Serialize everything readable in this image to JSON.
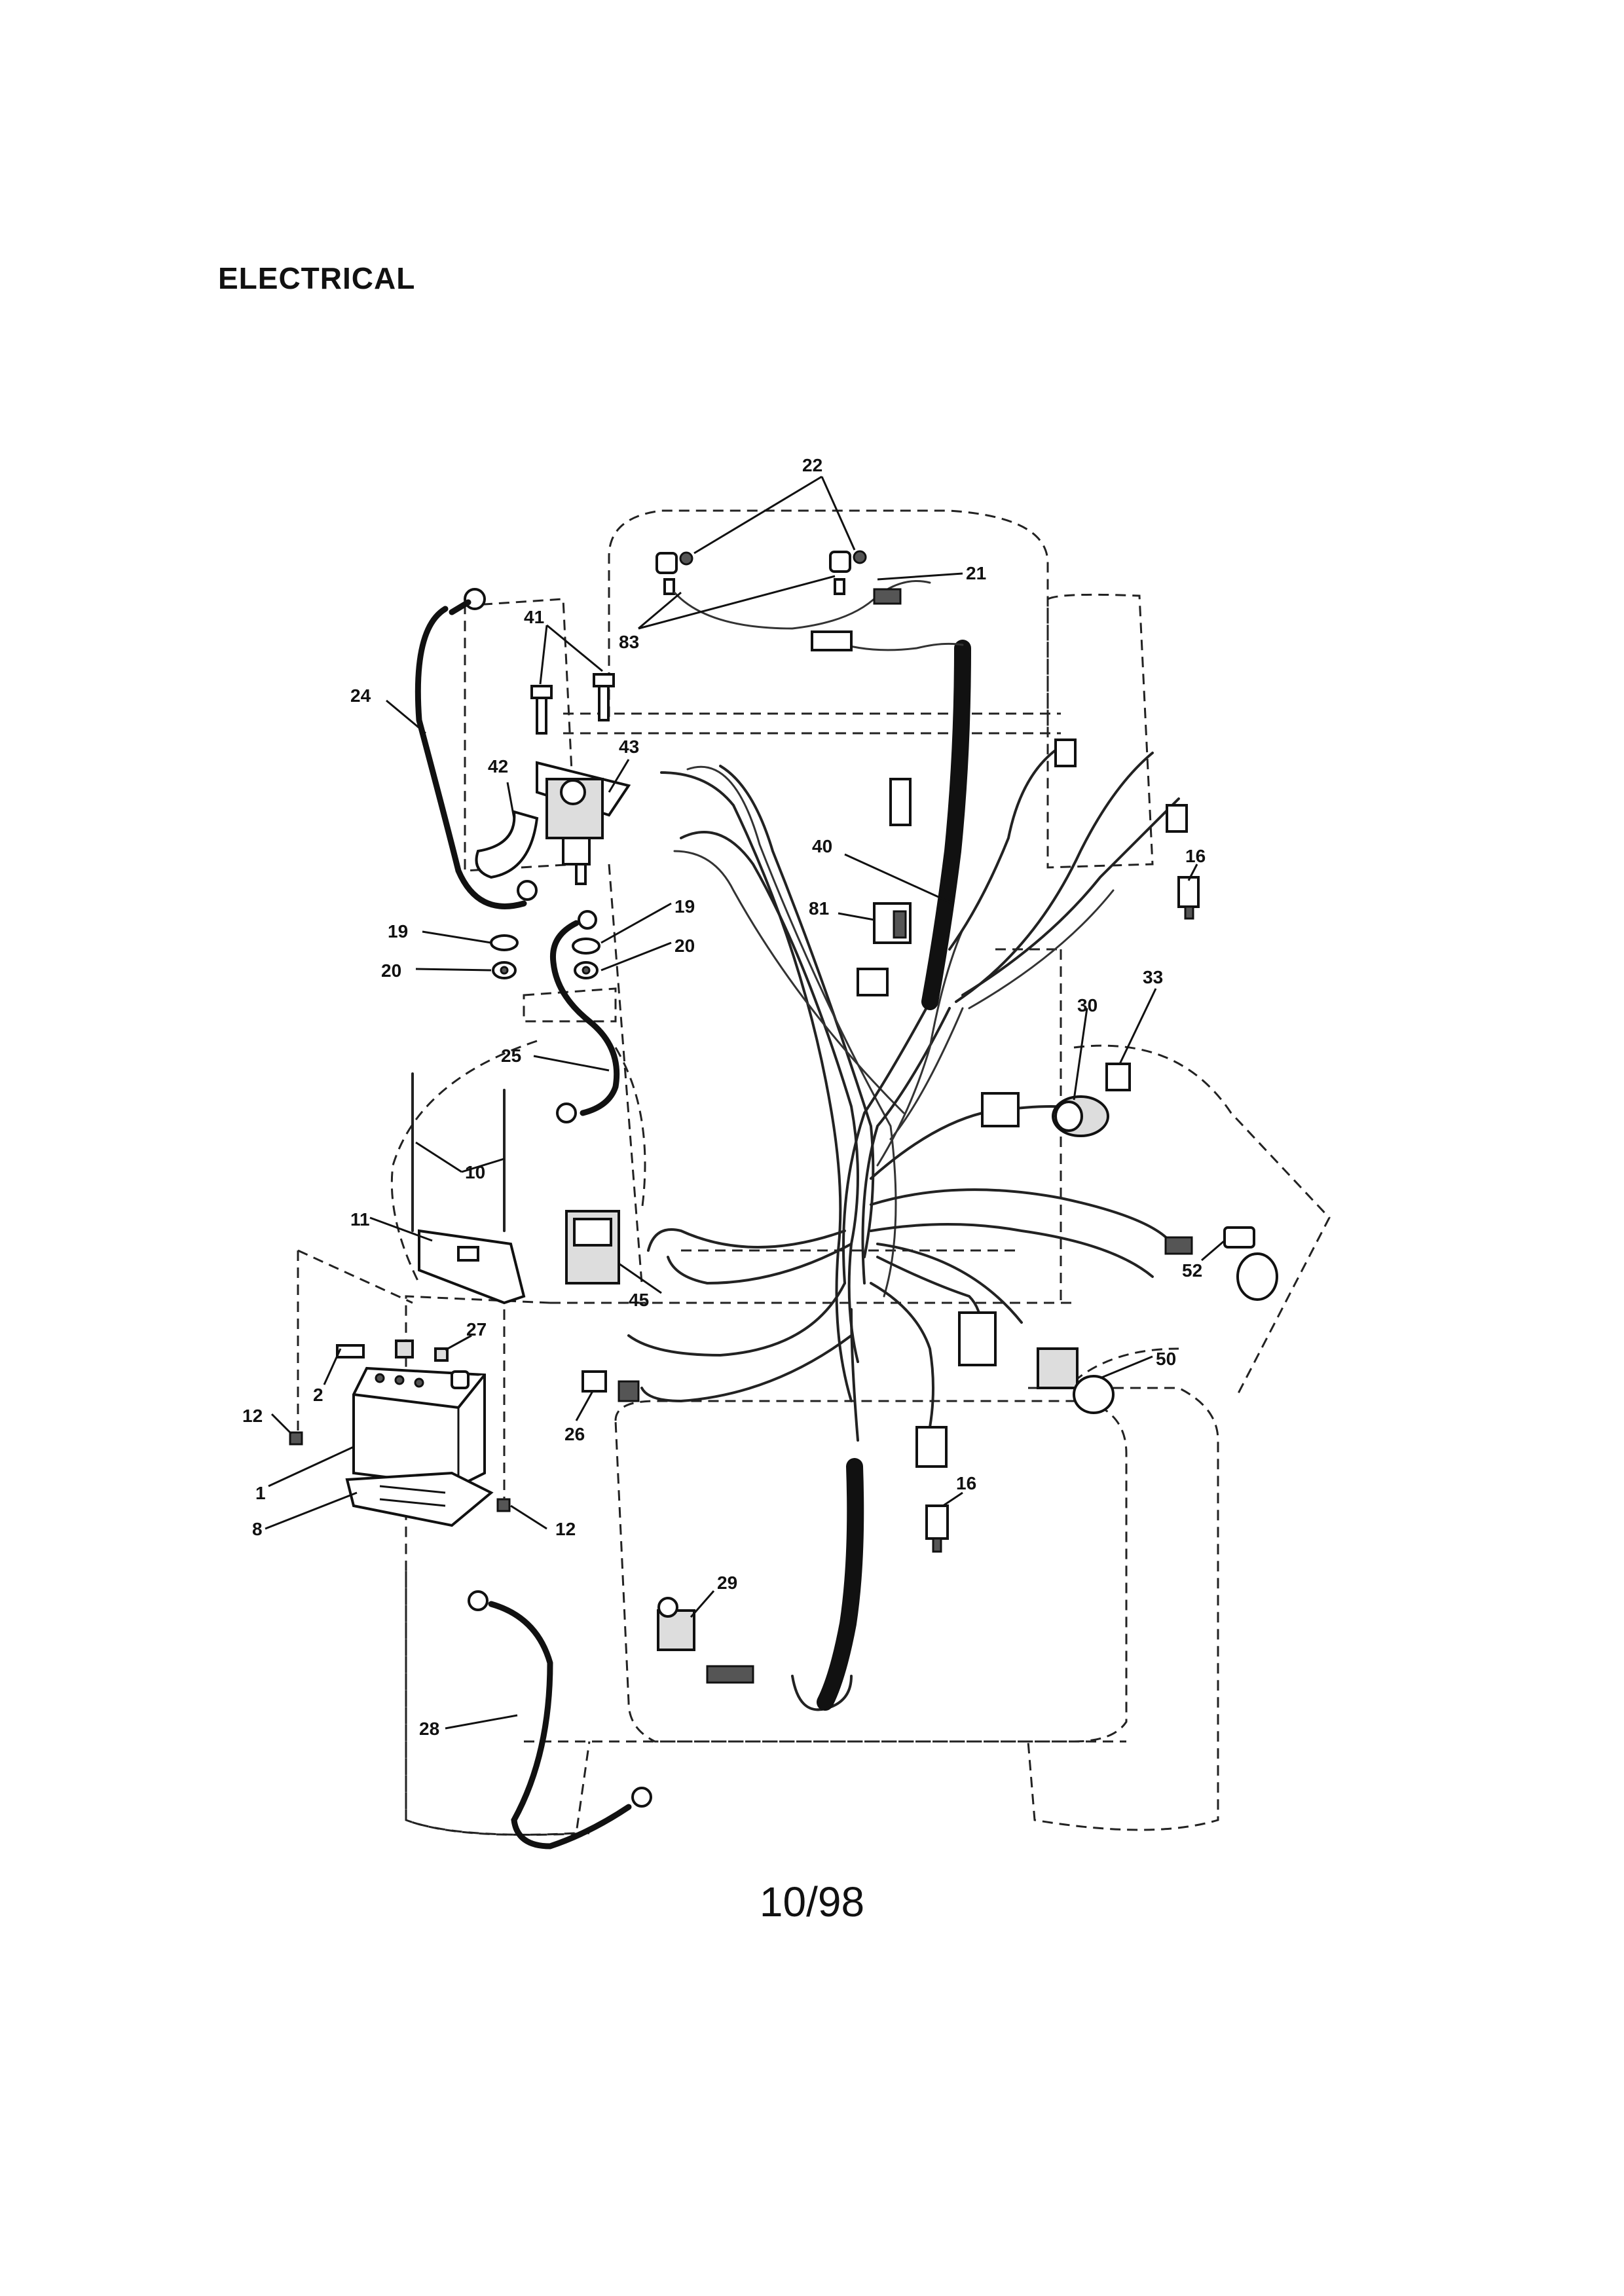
{
  "title": "ELECTRICAL",
  "footer": "10/98",
  "callouts": {
    "c1": "1",
    "c2": "2",
    "c8": "8",
    "c10": "10",
    "c11": "11",
    "c12a": "12",
    "c12b": "12",
    "c16a": "16",
    "c16b": "16",
    "c19a": "19",
    "c19b": "19",
    "c20a": "20",
    "c20b": "20",
    "c21": "21",
    "c22": "22",
    "c24": "24",
    "c25": "25",
    "c26": "26",
    "c27": "27",
    "c28": "28",
    "c29": "29",
    "c30": "30",
    "c33": "33",
    "c40": "40",
    "c41": "41",
    "c42": "42",
    "c43": "43",
    "c45": "45",
    "c50": "50",
    "c52": "52",
    "c81": "81",
    "c83": "83"
  }
}
